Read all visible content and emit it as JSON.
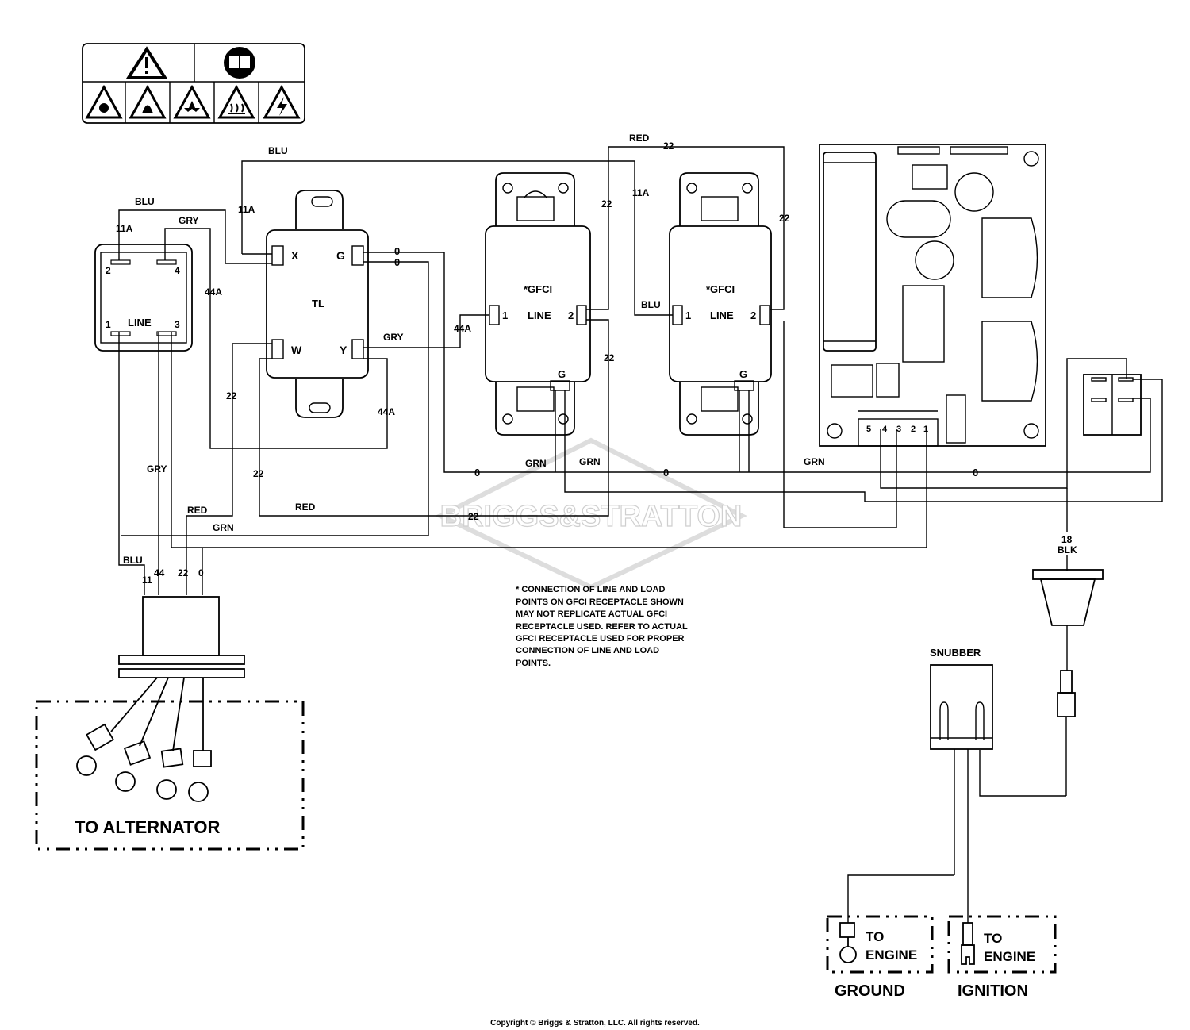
{
  "watermark": "BRIGGS&STRATTON",
  "copyright": "Copyright © Briggs & Stratton, LLC. All rights reserved.",
  "safety_label": {
    "icons": [
      "warning-triangle-icon",
      "read-manual-icon",
      "explosion-hazard-icon",
      "fire-hazard-icon",
      "blast-hazard-icon",
      "hot-surface-icon",
      "electric-shock-icon"
    ]
  },
  "line_block": {
    "label": "LINE",
    "terminals": [
      "2",
      "4",
      "1",
      "3"
    ],
    "wire_labels": [
      "11A",
      "GRY",
      "BLU",
      "44A"
    ]
  },
  "tl_block": {
    "label": "TL",
    "terminals": [
      "X",
      "G",
      "W",
      "Y"
    ]
  },
  "gfci_left": {
    "label": "*GFCI",
    "line_label": "LINE",
    "terminals": [
      "1",
      "2",
      "G"
    ]
  },
  "gfci_right": {
    "label": "*GFCI",
    "line_label": "LINE",
    "terminals": [
      "1",
      "2",
      "G"
    ]
  },
  "wire_labels": {
    "blu_top": "BLU",
    "w11a_tl": "11A",
    "w0_a": "0",
    "w0_b": "0",
    "gry_tl": "GRY",
    "w44a_gfci": "44A",
    "w44a_tl": "44A",
    "w22_tl": "22",
    "w22_tl2": "22",
    "red_top": "RED",
    "w22_top": "22",
    "w22_gfci1": "22",
    "w11a_gfci2": "11A",
    "w22_gfci2": "22",
    "blu_gfci2": "BLU",
    "w22_gfci1_right": "22",
    "gry_lower": "GRY",
    "red_left": "RED",
    "red_mid": "RED",
    "grn_left": "GRN",
    "w0_bus1": "0",
    "grn_bus1": "GRN",
    "grn_bus2": "GRN",
    "w0_bus2": "0",
    "grn_bus3": "GRN",
    "w0_bus3": "0",
    "w22_bus": "22",
    "blk_num": "18",
    "blk": "BLK"
  },
  "connector": {
    "wires": [
      "BLU",
      "11",
      "44",
      "22",
      "0"
    ]
  },
  "board_connector_pins": [
    "5",
    "4",
    "3",
    "2",
    "1"
  ],
  "note": [
    "* CONNECTION OF LINE AND LOAD",
    "POINTS  ON GFCI  RECEPTACLE SHOWN",
    "MAY NOT REPLICATE ACTUAL GFCI",
    "RECEPTACLE USED.  REFER TO ACTUAL",
    "GFCI RECEPTACLE USED FOR PROPER",
    "CONNECTION OF LINE AND LOAD",
    "POINTS."
  ],
  "alternator": {
    "label": "TO ALTERNATOR"
  },
  "snubber": {
    "label": "SNUBBER"
  },
  "ground": {
    "to": "TO",
    "engine": "ENGINE",
    "label": "GROUND"
  },
  "ignition": {
    "to": "TO",
    "engine": "ENGINE",
    "label": "IGNITION"
  }
}
